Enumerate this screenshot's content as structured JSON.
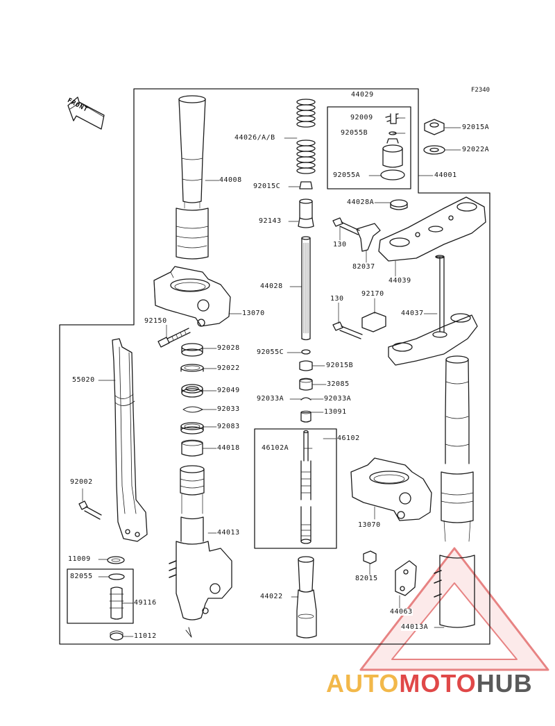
{
  "figure_id": "F2340",
  "front_label": "FRONT",
  "watermark": {
    "part1": "AUTO",
    "part2": "MOTO",
    "part3": "HUB",
    "color1": "#f2b84a",
    "color2": "#e04848",
    "color3": "#5a5a5a"
  },
  "labels": {
    "p44029": "44029",
    "p92009": "92009",
    "p92055B": "92055B",
    "p92055A": "92055A",
    "p44001": "44001",
    "p92015A": "92015A",
    "p92022A": "92022A",
    "p44026": "44026/A/B",
    "p44008": "44008",
    "p92015C": "92015C",
    "p92143": "92143",
    "p44028A": "44028A",
    "p130a": "130",
    "p82037": "82037",
    "p44039": "44039",
    "p44028": "44028",
    "p13070a": "13070",
    "p130b": "130",
    "p92170": "92170",
    "p44037": "44037",
    "p92150": "92150",
    "p92028": "92028",
    "p92022": "92022",
    "p92049": "92049",
    "p92033": "92033",
    "p92083": "92083",
    "p44018": "44018",
    "p92055C": "92055C",
    "p92015B": "92015B",
    "p32085": "32085",
    "p92033A_l": "92033A",
    "p92033A_r": "92033A",
    "p13091": "13091",
    "p55020": "55020",
    "p46102": "46102",
    "p46102A": "46102A",
    "p92002": "92002",
    "p13070b": "13070",
    "p44013": "44013",
    "p11009": "11009",
    "p82055": "82055",
    "p49116": "49116",
    "p11012": "11012",
    "p82015": "82015",
    "p44022": "44022",
    "p44063": "44063",
    "p44013A": "44013A"
  }
}
